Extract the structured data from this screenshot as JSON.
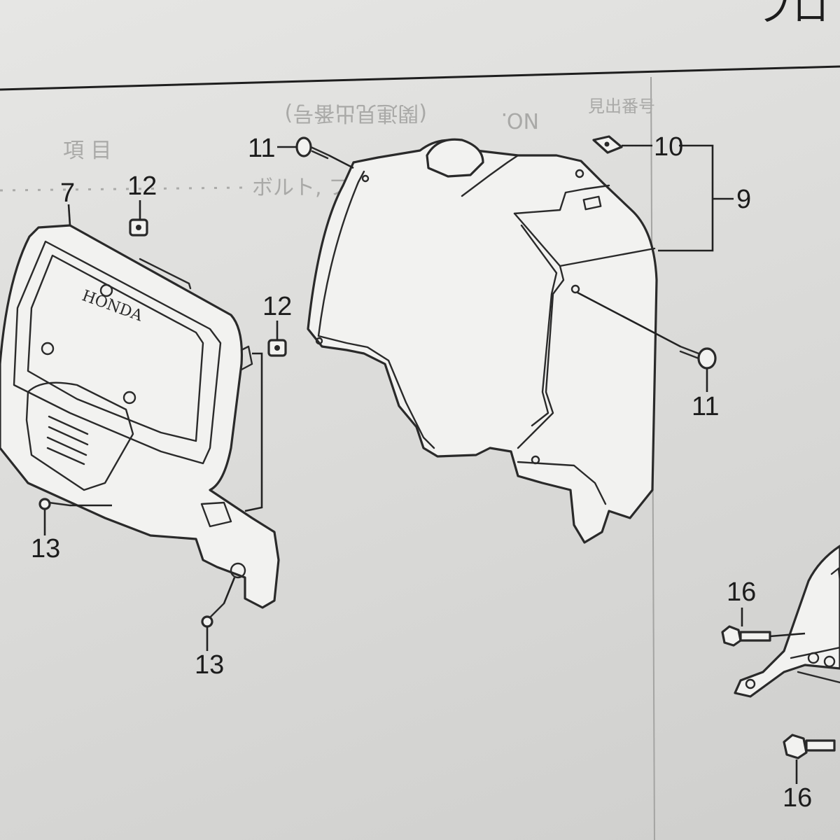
{
  "header": {
    "title_fragment": "フロ"
  },
  "ghost_text": {
    "header_ref": "(関連見出番号)",
    "header_no": "NO.",
    "header_item": "項 目",
    "header_page": "見出番号",
    "row_text": "ボルト, フランジ"
  },
  "callouts": {
    "c7": "7",
    "c9": "9",
    "c10": "10",
    "c11_top": "11",
    "c11_right": "11",
    "c12_top": "12",
    "c12_mid": "12",
    "c13_left": "13",
    "c13_bottom": "13",
    "c16_top": "16",
    "c16_bottom": "16"
  },
  "logos": {
    "brand": "HONDA"
  }
}
